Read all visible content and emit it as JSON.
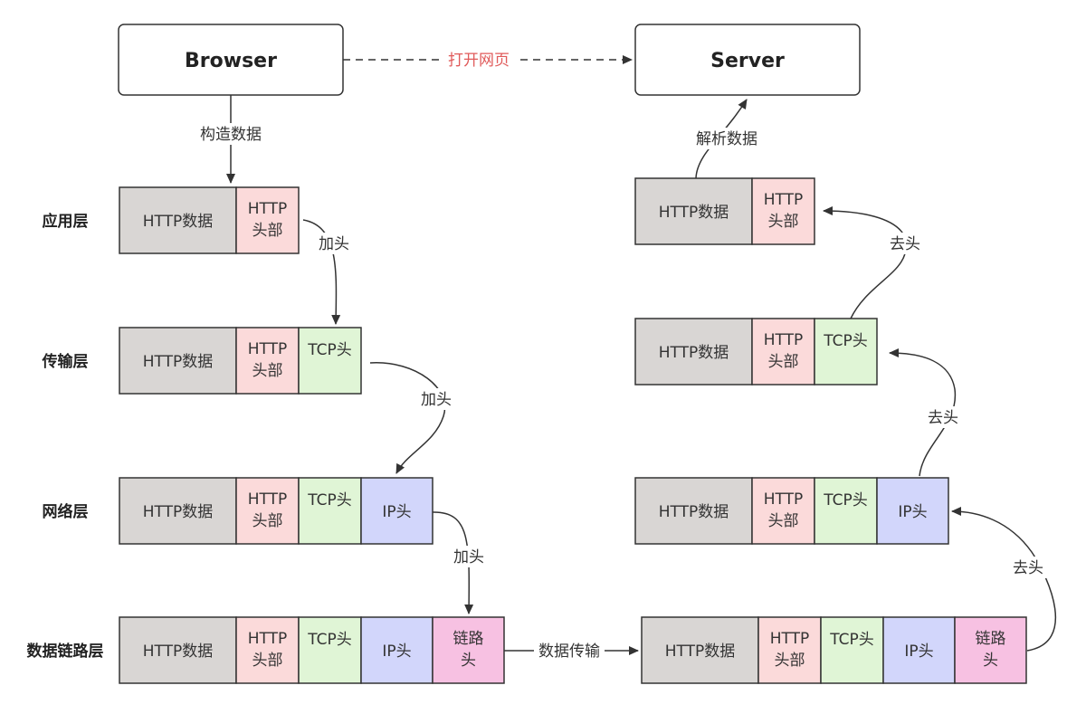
{
  "browser_label": "Browser",
  "server_label": "Server",
  "open_page_label": "打开网页",
  "construct_label": "构造数据",
  "parse_label": "解析数据",
  "add_header_label": "加头",
  "remove_header_label": "去头",
  "transfer_label": "数据传输",
  "layers": {
    "application": "应用层",
    "transport": "传输层",
    "network": "网络层",
    "datalink": "数据链路层"
  },
  "segments": {
    "http_data": "HTTP数据",
    "http_header_line1": "HTTP",
    "http_header_line2": "头部",
    "tcp_header": "TCP头",
    "ip_header": "IP头",
    "link_header_line1": "链路",
    "link_header_line2": "头"
  },
  "colors": {
    "http_data": "#d9d6d4",
    "http_header": "#fbdada",
    "tcp_header": "#e0f5d6",
    "ip_header": "#d2d6fb",
    "link_header": "#f7c1e2",
    "open_page_text": "#e05a5a",
    "stroke": "#333333"
  }
}
